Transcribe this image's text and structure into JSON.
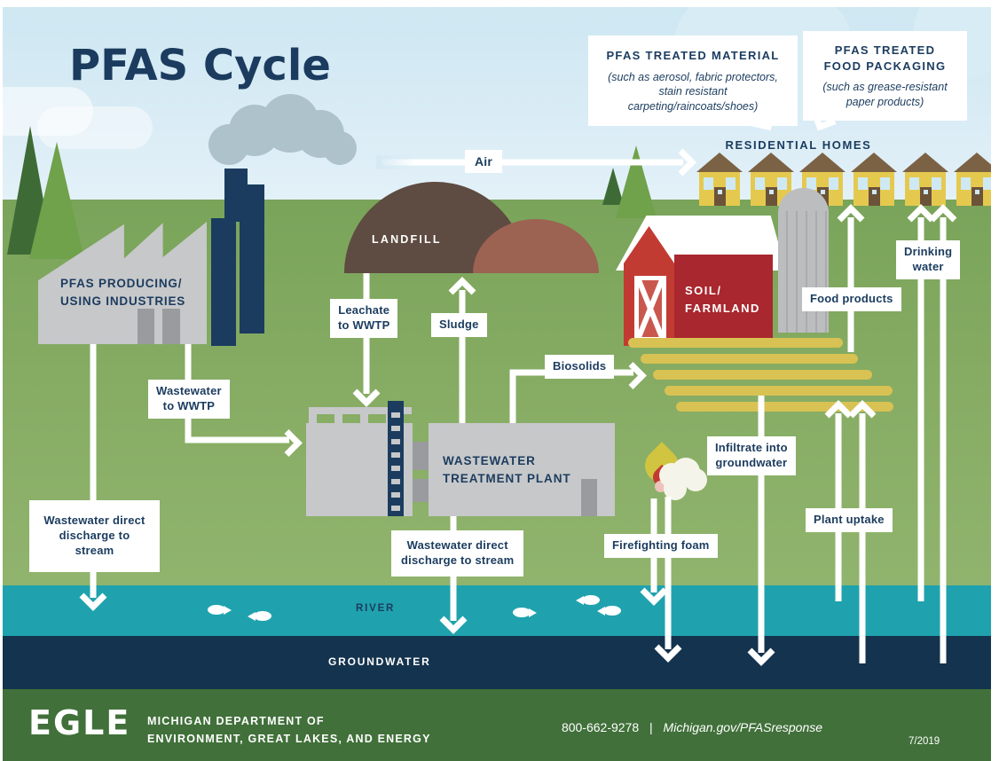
{
  "title": "PFAS Cycle",
  "info_boxes": {
    "treated_material": {
      "heading": "PFAS TREATED MATERIAL",
      "detail": "(such as aerosol, fabric protectors, stain resistant carpeting/raincoats/shoes)"
    },
    "food_packaging": {
      "heading": "PFAS TREATED\nFOOD PACKAGING",
      "detail": "(such as grease-resistant\npaper products)"
    }
  },
  "scene_labels": {
    "residential_homes": "RESIDENTIAL HOMES",
    "landfill": "LANDFILL",
    "industries": "PFAS PRODUCING/\nUSING INDUSTRIES",
    "wwtp": "WASTEWATER\nTREATMENT PLANT",
    "soil_farmland": "SOIL/\nFARMLAND",
    "river": "RIVER",
    "groundwater": "GROUNDWATER"
  },
  "flow_labels": {
    "air": "Air",
    "leachate": "Leachate\nto WWTP",
    "sludge": "Sludge",
    "wastewater_to_wwtp": "Wastewater\nto WWTP",
    "biosolids": "Biosolids",
    "food_products": "Food products",
    "drinking_water": "Drinking\nwater",
    "infiltrate": "Infiltrate into\ngroundwater",
    "plant_uptake": "Plant uptake",
    "firefighting_foam": "Firefighting foam",
    "discharge_left": "Wastewater direct\ndischarge to stream",
    "discharge_wwtp": "Wastewater direct\ndischarge to stream"
  },
  "footer": {
    "logo": "EGLE",
    "agency": "MICHIGAN DEPARTMENT OF\nENVIRONMENT, GREAT LAKES, AND ENERGY",
    "phone": "800-662-9278",
    "separator": "|",
    "url": "Michigan.gov/PFASresponse",
    "date": "7/2019"
  },
  "colors": {
    "navy": "#1b3c5f",
    "sky": "#cde7f2",
    "grass": "#86ab63",
    "river_teal": "#1fa2ae",
    "groundwater_navy": "#14334e",
    "footer_green": "#41703a",
    "landfill_brown": "#5e4b41",
    "landfill_light_brown": "#9c6252",
    "barn_red": "#c23b33",
    "barn_red_dark": "#a9272e",
    "house_yellow": "#e5c94f",
    "crop_yellow": "#d8c253",
    "structure_gray": "#c7c8ca",
    "tree_dark_green": "#3e6b35",
    "tree_light_green": "#70a14b",
    "arrow_white": "#ffffff"
  }
}
